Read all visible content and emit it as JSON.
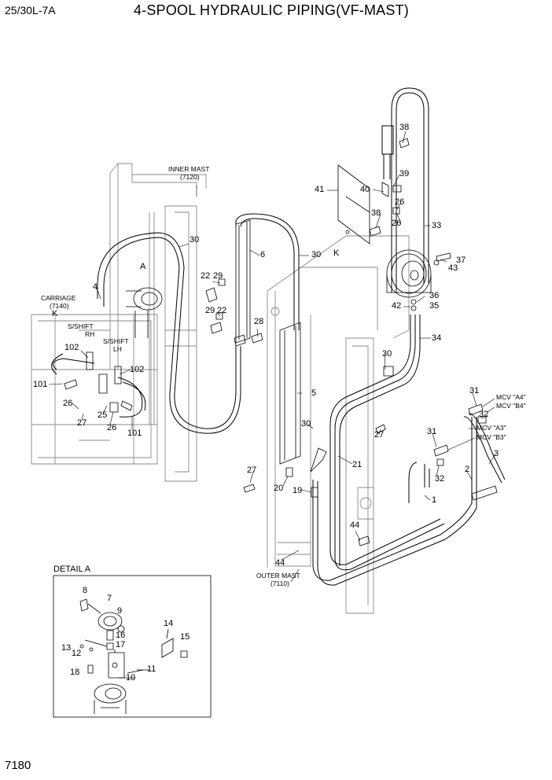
{
  "header": {
    "model": "25/30L-7A",
    "title": "4-SPOOL HYDRAULIC PIPING(VF-MAST)"
  },
  "footer": {
    "page_number": "7180"
  },
  "labels": {
    "inner_mast": "INNER MAST",
    "inner_mast_code": "(7120)",
    "outer_mast": "OUTER MAST",
    "outer_mast_code": "(7110)",
    "carriage": "CARRIAGE",
    "carriage_code": "(7140)",
    "carriage_k": "K",
    "view_a": "A",
    "view_k": "K",
    "sshift_rh_1": "S/SHIFT",
    "sshift_rh_2": "RH",
    "sshift_lh_1": "S/SHIFT",
    "sshift_lh_2": "LH",
    "mcv_a4": "MCV \"A4\"",
    "mcv_b4": "MCV \"B4\"",
    "mcv_a3": "MCV \"A3\"",
    "mcv_b3": "MCV \"B3\"",
    "detail_a": "DETAIL A"
  },
  "callouts": {
    "c38a": "38",
    "c39": "39",
    "c40": "40",
    "c41": "41",
    "c26a": "26",
    "c38b": "38",
    "c26b": "26",
    "c33": "33",
    "c37": "37",
    "c43": "43",
    "c36": "36",
    "c42": "42",
    "c35": "35",
    "c34": "34",
    "c30a": "30",
    "c6": "6",
    "c30b": "30",
    "c4": "4",
    "c22a": "22",
    "c29a": "29",
    "c29b": "29",
    "c22b": "22",
    "c28": "28",
    "c102a": "102",
    "c102b": "102",
    "c101a": "101",
    "c26c": "26",
    "c27a": "27",
    "c25": "25",
    "c26d": "26",
    "c101b": "101",
    "c30c": "30",
    "c5": "5",
    "c30d": "30",
    "c27b": "27",
    "c21": "21",
    "c27c": "27",
    "c20": "20",
    "c19": "19",
    "c44a": "44",
    "c44b": "44",
    "c31a": "31",
    "c32a": "32",
    "c31b": "31",
    "c32b": "32",
    "c3": "3",
    "c2": "2",
    "c1": "1",
    "c8": "8",
    "c7": "7",
    "c9": "9",
    "c16": "16",
    "c17": "17",
    "c13": "13",
    "c12": "12",
    "c14": "14",
    "c15": "15",
    "c18": "18",
    "c11": "11",
    "c10": "10"
  }
}
